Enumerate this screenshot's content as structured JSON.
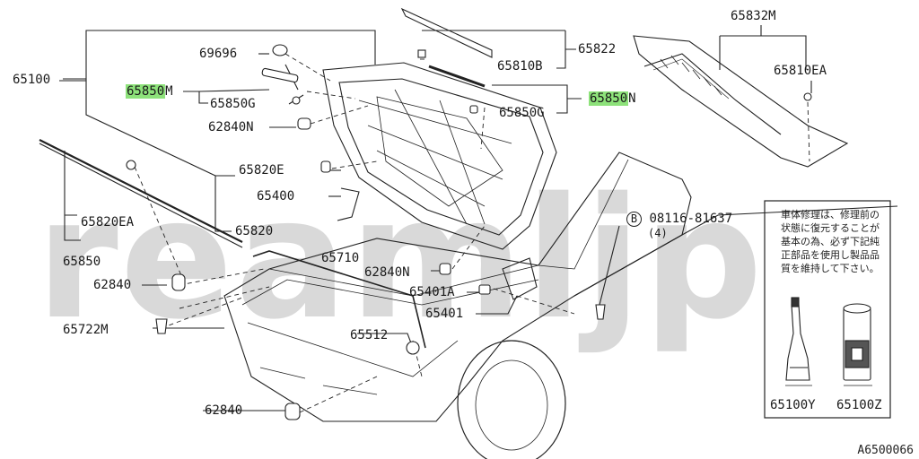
{
  "watermark": "reamljp",
  "diagram_id": "A6500066",
  "notice_jp": "車体修理は、修理前の状態に復元することが基本の為、必ず下記純正部品を使用し製品品質を維持して下さい。",
  "highlight_color": "#8de27a",
  "labels": {
    "p65100": "65100",
    "p69696": "69696",
    "p65850m_num": "65850",
    "p65850m_suffix": "M",
    "p65850g_left": "65850G",
    "p62840n_top": "62840N",
    "p65822": "65822",
    "p65810b": "65810B",
    "p65850n_num": "65850",
    "p65850n_suffix": "N",
    "p65850g_right": "65850G",
    "p65832m": "65832M",
    "p65810ea": "65810EA",
    "p65820e": "65820E",
    "p65400": "65400",
    "p65820": "65820",
    "p65820ea": "65820EA",
    "p65850": "65850",
    "p65710": "65710",
    "p62840n_mid": "62840N",
    "p65401a": "65401A",
    "p65401": "65401",
    "p62840_left": "62840",
    "p65722m": "65722M",
    "p65512": "65512",
    "p62840_bottom": "62840",
    "p08116_b": "B",
    "p08116": "08116-81637",
    "p08116_qty": "(4)",
    "p65100y": "65100Y",
    "p65100z": "65100Z"
  }
}
